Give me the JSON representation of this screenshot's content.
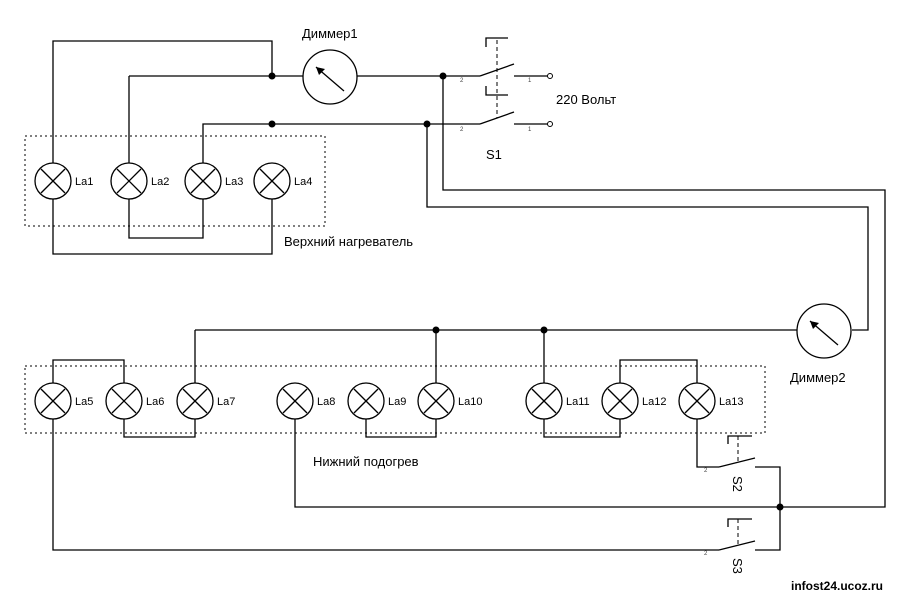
{
  "labels": {
    "dimmer1": "Диммер1",
    "dimmer2": "Диммер2",
    "voltage": "220 Вольт",
    "s1": "S1",
    "s2": "S2",
    "s3": "S3",
    "upper_heater": "Верхний нагреватель",
    "lower_heater": "Нижний подогрев",
    "watermark": "infost24.ucoz.ru"
  },
  "pin_marks": {
    "two": "2",
    "one": "1"
  },
  "lamps": [
    {
      "id": "La1"
    },
    {
      "id": "La2"
    },
    {
      "id": "La3"
    },
    {
      "id": "La4"
    },
    {
      "id": "La5"
    },
    {
      "id": "La6"
    },
    {
      "id": "La7"
    },
    {
      "id": "La8"
    },
    {
      "id": "La9"
    },
    {
      "id": "La10"
    },
    {
      "id": "La11"
    },
    {
      "id": "La12"
    },
    {
      "id": "La13"
    }
  ]
}
